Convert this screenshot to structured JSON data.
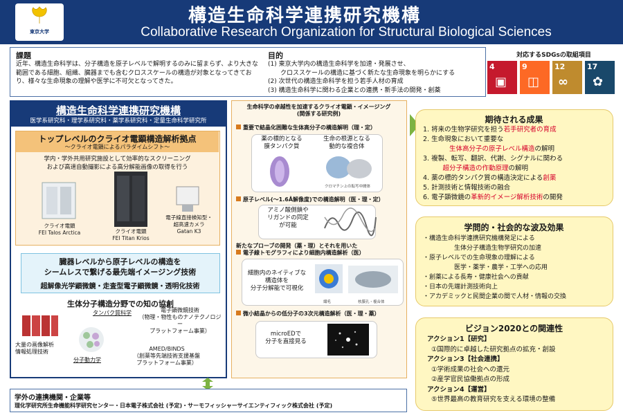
{
  "header": {
    "logo_text": "東京大学",
    "title": "構造生命科学連携研究機構",
    "subtitle": "Collaborative Research Organization for Structural Biological Sciences"
  },
  "topbox": {
    "kadai_heading": "課題",
    "kadai_text": "近年、構造生命科学は、分子構造を原子レベルで解明するのみに留まらず、より大きな範囲である細胞、組織、臓器までも含むクロススケールの構造が対象となってきており、様々な生命現象の理解や医学に不可欠となってきた。",
    "mokuteki_heading": "目的",
    "mokuteki_items": [
      "(1) 東京大学内の構造生命科学を加速・発展させ、",
      "　　クロススケールの構造に基づく新たな生命現象を明らかにする",
      "(2) 次世代の構造生命科学を担う若手人材の育成",
      "(3) 構造生命科学に関わる企業との連携・新手法の開発・創薬"
    ]
  },
  "sdgs": {
    "heading": "対応するSDGsの取組項目",
    "items": [
      {
        "num": "4",
        "icon": "book-icon",
        "color": "#c5192d"
      },
      {
        "num": "9",
        "icon": "cubes-icon",
        "color": "#fd6925"
      },
      {
        "num": "12",
        "icon": "infinity-icon",
        "color": "#bf8b2e"
      },
      {
        "num": "17",
        "icon": "flower-icon",
        "color": "#19486a"
      }
    ]
  },
  "org": {
    "title": "構造生命科学連携研究機構",
    "members": "医学系研究科・理学系研究科・薬学系研究科・定量生命科学研究所"
  },
  "cryo": {
    "title": "トップレベルのクライオ電顕構造解析拠点",
    "subtitle": "～クライオ電顕によるパラダイムシフト～",
    "desc_line1": "学内・学外共用研究施設として効率的なスクリーニング",
    "desc_line2": "および高速自動撮影による高分解能画像の取得を行う",
    "microscopes": [
      {
        "line1": "クライオ電顕",
        "line2": "FEI Talos Arctica"
      },
      {
        "line1": "クライオ電顕",
        "line2": "FEI Titan Krios"
      },
      {
        "line1": "電子線直接検知型・",
        "line2": "超高速カメラ",
        "line3": "Gatan K3"
      }
    ]
  },
  "imaging": {
    "line1": "臓器レベルから原子レベルの構造を",
    "line2": "シームレスで繋げる最先端イメージング技術",
    "sub": "超解像光学顕微鏡・走査型電子顕微鏡・透明化技術"
  },
  "kyoso": {
    "heading": "生体分子構造分野での知の協創",
    "protein": "タンパク質科学",
    "em_tech_1": "電子顕微鏡技術",
    "em_tech_2": "（物理・物性ものナノテクノロジー",
    "em_tech_3": "プラットフォーム事業）",
    "image_1": "大量の画像解析",
    "image_2": "情報処理技術",
    "dynamics": "分子動力学",
    "amed_1": "AMED/BINDS",
    "amed_2": "（創薬等先端技術支援基盤",
    "amed_3": "プラットフォーム事業）"
  },
  "middle": {
    "heading_1": "生命科学の卓越性を加速するクライオ電顕・イメージング",
    "heading_2": "(関係する研究例)",
    "sec1": "重要で結晶化困難な生体高分子の構造解明（理・定）",
    "sec1_a1": "薬の標的となる",
    "sec1_a2": "膜タンパク質",
    "sec1_b1": "生命の根源となる",
    "sec1_b2": "動的な複合体",
    "sec1_caption": "クロマチン上の転写中間体",
    "sec2": "原子レベル(～1.6Å解像度)での構造解明（医・理・定）",
    "sec2_a1": "アミノ酸側鎖や",
    "sec2_a2": "リガンドの同定",
    "sec2_a3": "が可能",
    "sec3_1": "新たなプローブの開発（薬・理）とそれを用いた",
    "sec3_2": "電子線トモグラフィにより細胞内構造解析（医）",
    "sec3_a1": "細胞内のネイティブな",
    "sec3_a2": "構造体を",
    "sec3_a3": "分子分解能で可視化",
    "sec3_cap1": "繊毛",
    "sec3_cap2": "核膜孔・複合体",
    "sec4": "微小結晶からの低分子の3次元構造解析（医・理・薬）",
    "sec4_a1": "microEDで",
    "sec4_a2": "分子を直接見る"
  },
  "expected": {
    "heading": "期待される成果",
    "items": [
      {
        "pre": "1. 将来の生物学研究を担う",
        "red": "若手研究者の育成",
        "post": ""
      },
      {
        "pre": "2. 生命現象において重要な",
        "red": "",
        "post": ""
      },
      {
        "pre": "　　　　",
        "red": "生体高分子の原子レベル構造",
        "post": "の解明"
      },
      {
        "pre": "3. 複製、転写、翻訳、代謝、シグナルに関わる",
        "red": "",
        "post": ""
      },
      {
        "pre": "　　　",
        "red": "超分子構造の作動原理",
        "post": "の解明"
      },
      {
        "pre": "4. 薬の標的タンパク質の構造決定による",
        "red": "創薬",
        "post": ""
      },
      {
        "pre": "5. 計測技術と情報技術の融合",
        "red": "",
        "post": ""
      },
      {
        "pre": "6. 電子顕微鏡の",
        "red": "革新的イメージ解析技術",
        "post": "の開発"
      }
    ]
  },
  "impact": {
    "heading": "学問的・社会的な波及効果",
    "items": [
      "・構造生命科学連携研究機構発足による",
      "　　　　　生体分子構造生物学研究の加速",
      "・原子レベルでの生命現象の理解による",
      "　　　　　医学・薬学・農学・工学への応用",
      "・創薬による長寿・健康社会への貢献",
      "・日本の先端計測技術向上",
      "・アカデミックと民間企業の間で人材・情報の交換"
    ]
  },
  "vision": {
    "heading": "ビジョン2020との関連性",
    "items": [
      {
        "text": "アクション1【研究】",
        "bold": true
      },
      {
        "text": "①国際的に卓越した研究拠点の拡充・創設",
        "bold": false
      },
      {
        "text": "アクション3【社会連携】",
        "bold": true
      },
      {
        "text": "①学術成果の社会への還元",
        "bold": false
      },
      {
        "text": "②産学官民協働拠点の形成",
        "bold": false
      },
      {
        "text": "アクション4【運営】",
        "bold": true
      },
      {
        "text": "⑤世界最高の教育研究を支える環境の整備",
        "bold": false
      }
    ]
  },
  "bottom": {
    "heading": "学外の連携機関・企業等",
    "text": "理化学研究所生命機能科学研究センター・日本電子株式会社 (予定)・サーモフィッシャーサイエンティフィック株式会社 (予定)"
  }
}
